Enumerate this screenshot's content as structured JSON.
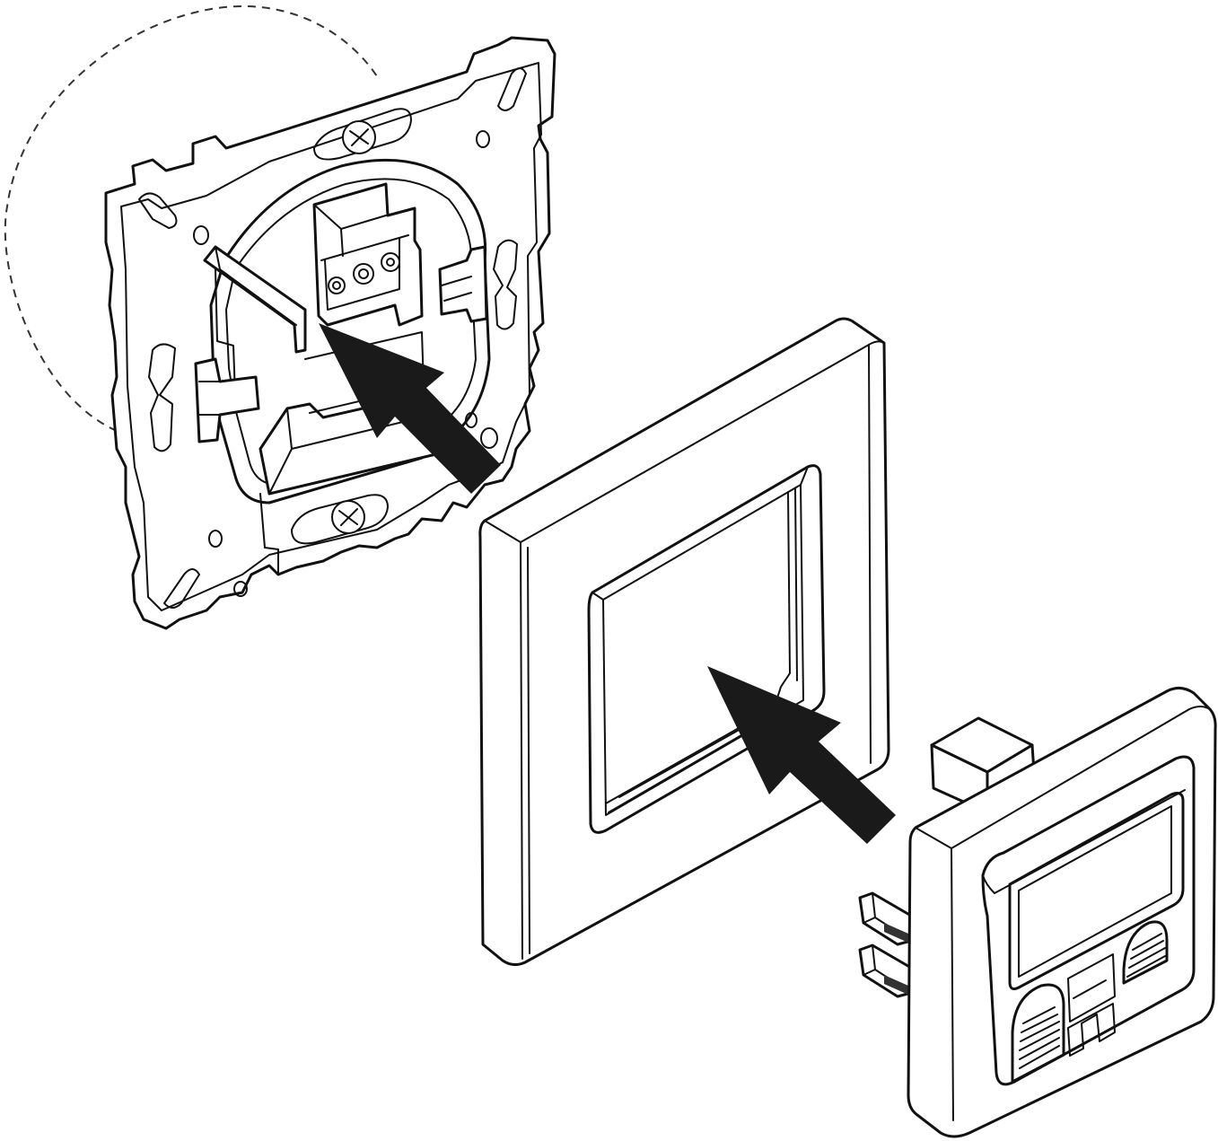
{
  "colors": {
    "line": "#111111",
    "arrow": "#1a1a1a",
    "background": "#ffffff"
  },
  "components": [
    {
      "id": "mounting-insert",
      "icon": "socket-insert-with-mounting-plate"
    },
    {
      "id": "cover-frame",
      "icon": "single-gang-frame"
    },
    {
      "id": "display-cover",
      "icon": "sensor-display-cover"
    }
  ],
  "arrows": [
    {
      "from": "cover-frame",
      "to": "mounting-insert"
    },
    {
      "from": "display-cover",
      "to": "cover-frame"
    }
  ]
}
